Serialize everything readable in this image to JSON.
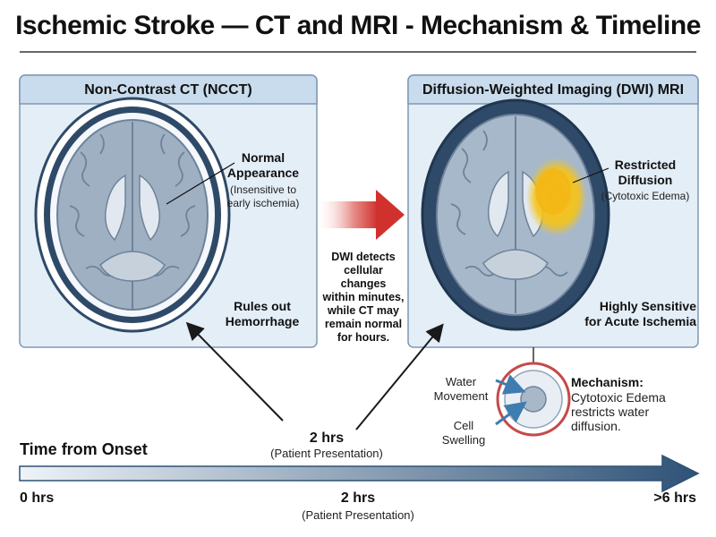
{
  "title": "Ischemic Stroke — CT and MRI - Mechanism & Timeline",
  "ct_panel": {
    "heading": "Non-Contrast CT (NCCT)",
    "callout_title": "Normal\nAppearance",
    "callout_detail": "(Insensitive to\nearly ischemia)",
    "footer": "Rules out\nHemorrhage"
  },
  "mri_panel": {
    "heading": "Diffusion-Weighted Imaging (DWI) MRI",
    "callout_title": "Restricted\nDiffusion",
    "callout_detail": "(Cytotoxic Edema)",
    "footer": "Highly Sensitive\nfor Acute Ischemia"
  },
  "middle_note": "DWI detects\ncellular changes\nwithin minutes,\nwhile CT may\nremain normal\nfor hours.",
  "presentation": {
    "time": "2 hrs",
    "caption": "(Patient Presentation)"
  },
  "cell_inset": {
    "label_water": "Water\nMovement",
    "label_cell": "Cell\nSwelling",
    "mechanism_title": "Mechanism:",
    "mechanism_text": "Cytotoxic Edema\nrestricts water\ndiffusion."
  },
  "timeline": {
    "axis_title": "Time from Onset",
    "ticks": [
      {
        "label": "0 hrs",
        "caption": ""
      },
      {
        "label": "2 hrs",
        "caption": "(Patient Presentation)"
      },
      {
        "label": ">6 hrs",
        "caption": ""
      }
    ]
  },
  "colors": {
    "panel_bg": "#e4eef7",
    "panel_border": "#7f98b2",
    "panel_header": "#c9dced",
    "brain_ct": "#9fb0c3",
    "skull_dark": "#2f4a68",
    "lesion": "#f5c21a",
    "arrow_red": "#d0312d",
    "timeline_blue": "#2e5277"
  }
}
